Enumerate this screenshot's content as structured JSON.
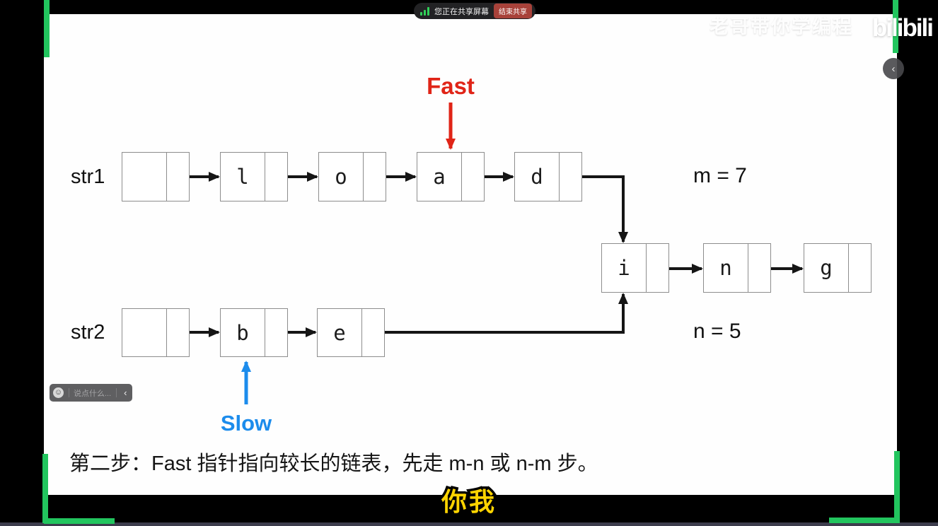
{
  "share_banner": {
    "sharing_text": "您正在共享屏幕",
    "stop_sharing_label": "结束共享"
  },
  "watermark": {
    "channel": "老哥带你学编程",
    "logo": "bilibili"
  },
  "diagram": {
    "list1": {
      "label": "str1",
      "length_label": "m = 7",
      "nodes": [
        "",
        "l",
        "o",
        "a",
        "d"
      ]
    },
    "list2": {
      "label": "str2",
      "length_label": "n = 5",
      "nodes": [
        "",
        "b",
        "e"
      ]
    },
    "common": {
      "nodes": [
        "i",
        "n",
        "g"
      ]
    },
    "fast_label": "Fast",
    "slow_label": "Slow"
  },
  "caption": "第二步：Fast 指针指向较长的链表，先走 m-n 或 n-m 步。",
  "subtitle": "你我",
  "chat_bar": {
    "placeholder": "说点什么..."
  },
  "side_panel": {
    "collapse_icon": "‹"
  },
  "colors": {
    "fast": "#e02417",
    "slow": "#1c8cec",
    "green": "#22c55e",
    "yellow": "#ffd400",
    "red_btn": "#a8423a"
  }
}
